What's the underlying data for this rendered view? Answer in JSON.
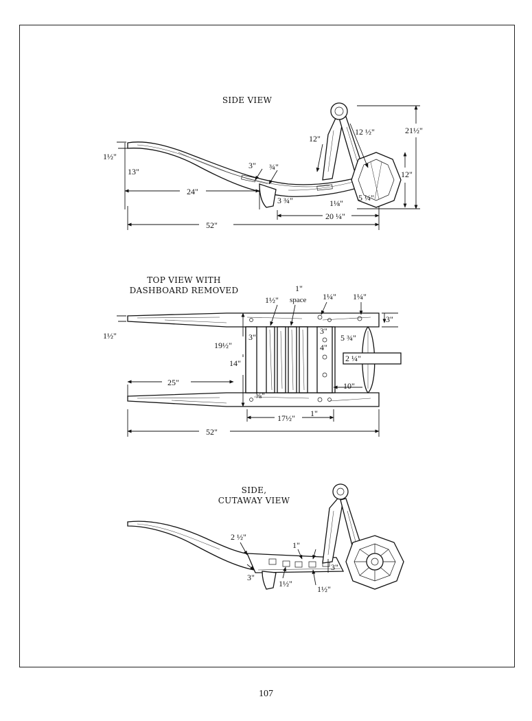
{
  "page_number": "107",
  "side_view": {
    "title": "SIDE VIEW",
    "dims": {
      "handle_thickness": "1½\"",
      "handle_height": "13\"",
      "leg_position": "24\"",
      "bed_width": "3\"",
      "bed_inset": "¾\"",
      "leg_height": "3 ¾\"",
      "overall_length": "52\"",
      "bracket_length": "12\"",
      "bracket_diagonal": "12 ½\"",
      "overall_height": "21½\"",
      "wheel_diameter": "12\"",
      "axle_offset": "1⅛\"",
      "axle_span": "5 ¼\"",
      "rear_span": "20 ¼\""
    }
  },
  "top_view": {
    "title_line1": "TOP VIEW WITH",
    "title_line2": "DASHBOARD  REMOVED",
    "dims": {
      "handle_thickness": "1½\"",
      "slat_width": "1½\"",
      "space_value": "1\"",
      "space_word": "space",
      "peg_spacing_a": "1¼\"",
      "peg_spacing_b": "1¼\"",
      "rail_width": "3\"",
      "bed_width": "19½\"",
      "side_margin": "3\"",
      "block_a": "3\"",
      "block_b": "4\"",
      "hub_offset": "5 ¾\"",
      "axle_length": "2 ¼\"",
      "inner_width": "14\"",
      "handle_length": "25\"",
      "rear_offset": "10\"",
      "slat_gap": "⅝\"",
      "bed_length": "17½\"",
      "end_gap": "1\"",
      "overall_length": "52\""
    }
  },
  "cutaway_view": {
    "title_line1": "SIDE,",
    "title_line2": "CUTAWAY VIEW",
    "dims": {
      "bed_depth": "2 ½\"",
      "gap_top": "1\"",
      "rail_height": "3\"",
      "leg_height": "3\"",
      "mortise_left": "1½\"",
      "mortise_right": "1½\""
    }
  }
}
